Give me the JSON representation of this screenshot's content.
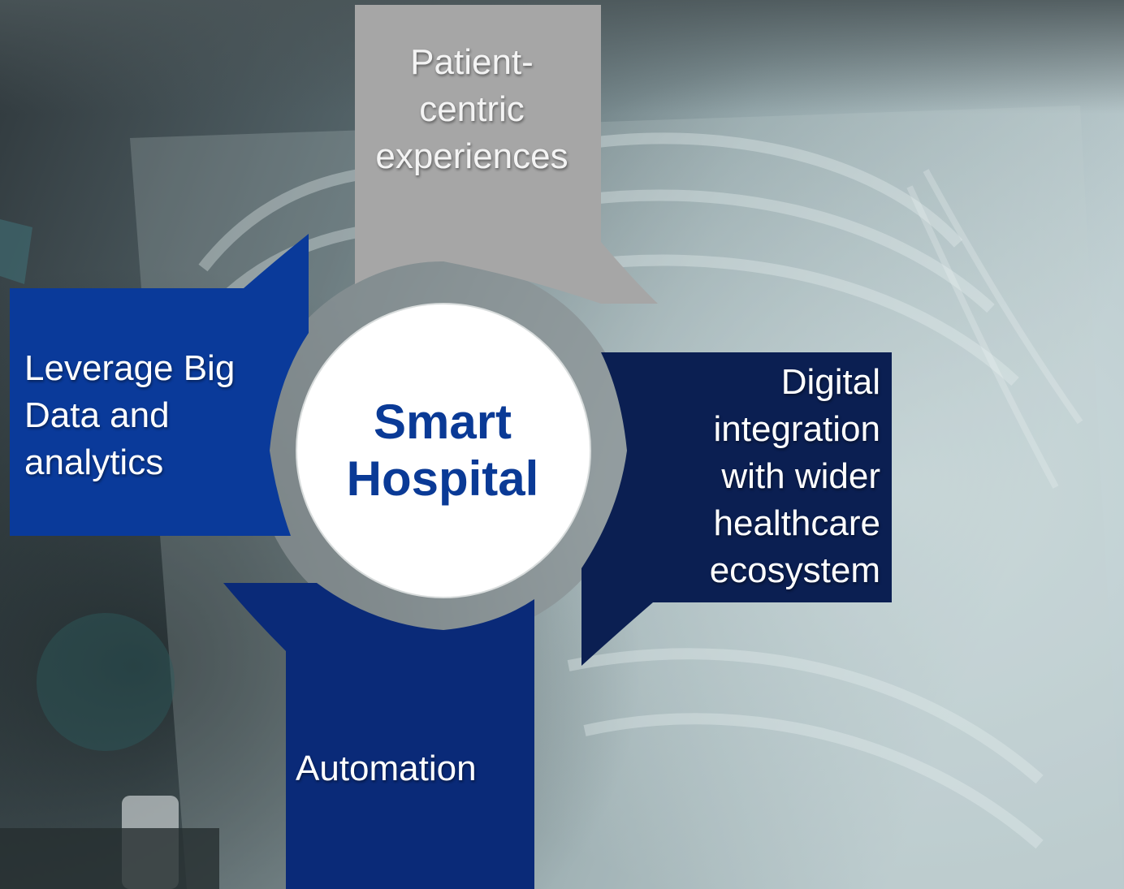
{
  "center": {
    "line1": "Smart",
    "line2": "Hospital"
  },
  "segments": {
    "top": {
      "lines": [
        "Patient-",
        "centric",
        "experiences"
      ],
      "color": "#a6a6a6"
    },
    "left": {
      "lines": [
        "Leverage Big",
        "Data and",
        "analytics"
      ],
      "color": "#0a3a9a"
    },
    "right": {
      "lines": [
        "Digital",
        "integration",
        "with wider",
        "healthcare",
        "ecosystem"
      ],
      "color": "#0b1f52"
    },
    "bottom": {
      "lines": [
        "Automation"
      ],
      "color": "#0a2a78"
    }
  },
  "colors": {
    "ring": "#8a9294",
    "center_fill": "#ffffff",
    "center_text": "#0a3a96"
  },
  "background": {
    "description_icon": "x-ray-photo-background"
  }
}
